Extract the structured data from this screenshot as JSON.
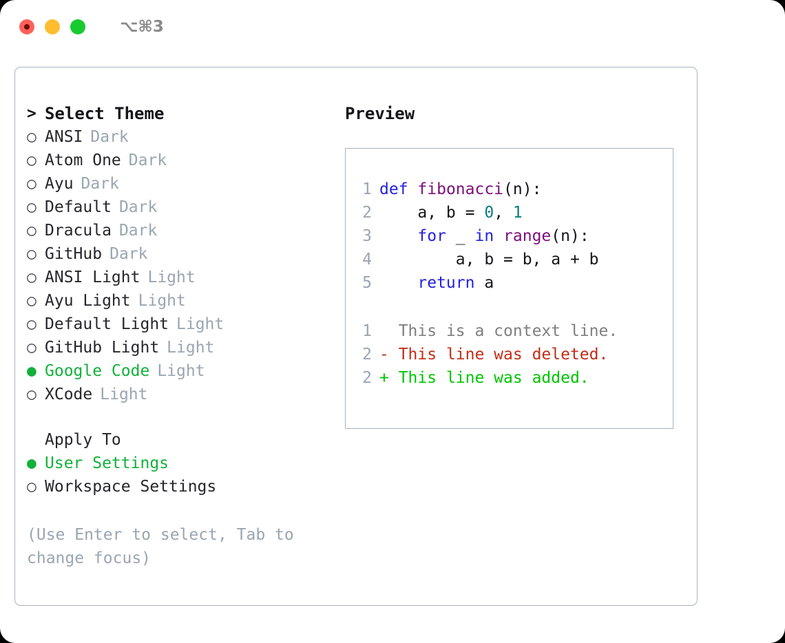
{
  "window": {
    "shortcut": "⌥⌘3",
    "traffic_lights": [
      "close",
      "minimize",
      "maximize"
    ]
  },
  "colors": {
    "accent_green": "#12b13b",
    "muted": "#9aa5b1",
    "text": "#26262c",
    "border": "#a9b2c0",
    "keyword_blue": "#2222dd",
    "function_purple": "#7d0f7d",
    "number_teal": "#0b7b7b",
    "diff_deleted": "#c22d18",
    "diff_added": "#00c400",
    "diff_context": "#7f7f7f"
  },
  "theme_list": {
    "heading": "Select Theme",
    "heading_marker": ">",
    "marker_unselected": "○",
    "marker_selected": "●",
    "items": [
      {
        "name": "ANSI",
        "variant": "Dark",
        "selected": false
      },
      {
        "name": "Atom One",
        "variant": "Dark",
        "selected": false
      },
      {
        "name": "Ayu",
        "variant": "Dark",
        "selected": false
      },
      {
        "name": "Default",
        "variant": "Dark",
        "selected": false
      },
      {
        "name": "Dracula",
        "variant": "Dark",
        "selected": false
      },
      {
        "name": "GitHub",
        "variant": "Dark",
        "selected": false
      },
      {
        "name": "ANSI Light",
        "variant": "Light",
        "selected": false
      },
      {
        "name": "Ayu Light",
        "variant": "Light",
        "selected": false
      },
      {
        "name": "Default Light",
        "variant": "Light",
        "selected": false
      },
      {
        "name": "GitHub Light",
        "variant": "Light",
        "selected": false
      },
      {
        "name": "Google Code",
        "variant": "Light",
        "selected": true
      },
      {
        "name": "XCode",
        "variant": "Light",
        "selected": false
      }
    ]
  },
  "apply_to": {
    "heading": "Apply To",
    "options": [
      {
        "label": "User Settings",
        "selected": true
      },
      {
        "label": "Workspace Settings",
        "selected": false
      }
    ]
  },
  "hint": "(Use Enter to select, Tab to change focus)",
  "preview": {
    "heading": "Preview",
    "code": [
      {
        "line_no": "1",
        "tokens": [
          {
            "t": "def",
            "c": "kw"
          },
          {
            "t": " ",
            "c": "plain"
          },
          {
            "t": "fibonacci",
            "c": "fn"
          },
          {
            "t": "(n):",
            "c": "punct"
          }
        ]
      },
      {
        "line_no": "2",
        "tokens": [
          {
            "t": "    a, b = ",
            "c": "plain"
          },
          {
            "t": "0",
            "c": "num"
          },
          {
            "t": ", ",
            "c": "plain"
          },
          {
            "t": "1",
            "c": "num"
          }
        ]
      },
      {
        "line_no": "3",
        "tokens": [
          {
            "t": "    ",
            "c": "plain"
          },
          {
            "t": "for",
            "c": "kw"
          },
          {
            "t": " _ ",
            "c": "plain"
          },
          {
            "t": "in",
            "c": "kw"
          },
          {
            "t": " ",
            "c": "plain"
          },
          {
            "t": "range",
            "c": "fn"
          },
          {
            "t": "(n):",
            "c": "punct"
          }
        ]
      },
      {
        "line_no": "4",
        "tokens": [
          {
            "t": "        a, b = b, a + b",
            "c": "plain"
          }
        ]
      },
      {
        "line_no": "5",
        "tokens": [
          {
            "t": "    ",
            "c": "plain"
          },
          {
            "t": "return",
            "c": "kw"
          },
          {
            "t": " a",
            "c": "plain"
          }
        ]
      }
    ],
    "diff": [
      {
        "line_no": "1",
        "marker": " ",
        "text": " This is a context line.",
        "kind": "ctx"
      },
      {
        "line_no": "2",
        "marker": "-",
        "text": " This line was deleted.",
        "kind": "del"
      },
      {
        "line_no": "2",
        "marker": "+",
        "text": " This line was added.",
        "kind": "add"
      }
    ]
  }
}
